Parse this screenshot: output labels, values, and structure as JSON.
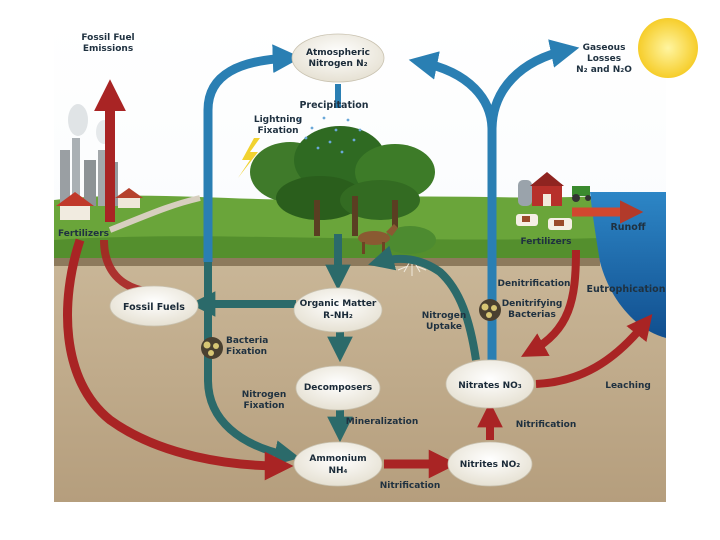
{
  "diagram": {
    "nodes": {
      "atmospheric_nitrogen": [
        "Atmospheric",
        "Nitrogen N₂"
      ],
      "fossil_fuels": "Fossil Fuels",
      "organic_matter": [
        "Organic Matter",
        "R-NH₂"
      ],
      "decomposers": "Decomposers",
      "ammonium": [
        "Ammonium",
        "NH₄"
      ],
      "nitrates": "Nitrates NO₃",
      "nitrites": "Nitrites NO₂"
    },
    "labels": {
      "fossil_fuel_emissions": [
        "Fossil Fuel",
        "Emissions"
      ],
      "gaseous_losses": [
        "Gaseous",
        "Losses",
        "N₂ and N₂O"
      ],
      "precipitation": "Precipitation",
      "lightning_fixation": [
        "Lightning",
        "Fixation"
      ],
      "fertilizers_left": "Fertilizers",
      "fertilizers_right": "Fertilizers",
      "runoff": "Runoff",
      "denitrification": "Denitrification",
      "eutrophication": "Eutrophication",
      "denitrifying_bacteria": [
        "Denitrifying",
        "Bacterias"
      ],
      "nitrogen_uptake": [
        "Nitrogen",
        "Uptake"
      ],
      "bacteria_fixation": [
        "Bacteria",
        "Fixation"
      ],
      "nitrogen_fixation": [
        "Nitrogen",
        "Fixation"
      ],
      "mineralization": "Mineralization",
      "leaching": "Leaching",
      "nitrification_right": "Nitrification",
      "nitrification_bottom": "Nitrification"
    },
    "colors": {
      "sky": "#ffffff",
      "grass": "#6aa53a",
      "soil": "#c1ad8d",
      "water": "#1f6fb5",
      "blue_arrow": "#2a7fb3",
      "teal_arrow": "#2b6a6a",
      "red_arrow": "#a92424",
      "oval": "#f3f0e6"
    }
  }
}
